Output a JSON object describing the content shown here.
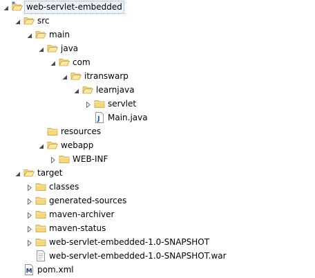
{
  "tree": {
    "items": [
      {
        "label": "web-servlet-embedded",
        "depth": 0,
        "state": "expanded",
        "icon": "project-folder-icon",
        "selected": true
      },
      {
        "label": "src",
        "depth": 1,
        "state": "expanded",
        "icon": "folder-open-icon"
      },
      {
        "label": "main",
        "depth": 2,
        "state": "expanded",
        "icon": "folder-open-icon"
      },
      {
        "label": "java",
        "depth": 3,
        "state": "expanded",
        "icon": "folder-open-icon"
      },
      {
        "label": "com",
        "depth": 4,
        "state": "expanded",
        "icon": "folder-open-icon"
      },
      {
        "label": "itranswarp",
        "depth": 5,
        "state": "expanded",
        "icon": "folder-open-icon"
      },
      {
        "label": "learnjava",
        "depth": 6,
        "state": "expanded",
        "icon": "folder-open-icon"
      },
      {
        "label": "servlet",
        "depth": 7,
        "state": "collapsed",
        "icon": "folder-icon"
      },
      {
        "label": "Main.java",
        "depth": 7,
        "state": "leaf",
        "icon": "java-file-icon"
      },
      {
        "label": "resources",
        "depth": 3,
        "state": "leaf",
        "icon": "folder-icon"
      },
      {
        "label": "webapp",
        "depth": 3,
        "state": "expanded",
        "icon": "folder-open-icon"
      },
      {
        "label": "WEB-INF",
        "depth": 4,
        "state": "collapsed",
        "icon": "folder-icon"
      },
      {
        "label": "target",
        "depth": 1,
        "state": "expanded",
        "icon": "folder-open-icon"
      },
      {
        "label": "classes",
        "depth": 2,
        "state": "collapsed",
        "icon": "folder-icon"
      },
      {
        "label": "generated-sources",
        "depth": 2,
        "state": "collapsed",
        "icon": "folder-icon"
      },
      {
        "label": "maven-archiver",
        "depth": 2,
        "state": "collapsed",
        "icon": "folder-icon"
      },
      {
        "label": "maven-status",
        "depth": 2,
        "state": "collapsed",
        "icon": "folder-icon"
      },
      {
        "label": "web-servlet-embedded-1.0-SNAPSHOT",
        "depth": 2,
        "state": "collapsed",
        "icon": "folder-icon"
      },
      {
        "label": "web-servlet-embedded-1.0-SNAPSHOT.war",
        "depth": 2,
        "state": "leaf",
        "icon": "war-file-icon"
      },
      {
        "label": "pom.xml",
        "depth": 1,
        "state": "leaf",
        "icon": "maven-pom-icon"
      }
    ]
  },
  "colors": {
    "folder_fill": "#f5d67b",
    "folder_stroke": "#c9a03a",
    "arrow": "#6b6b6b",
    "java_j": "#2d5fa8",
    "selection_border": "#7a9cd3"
  }
}
